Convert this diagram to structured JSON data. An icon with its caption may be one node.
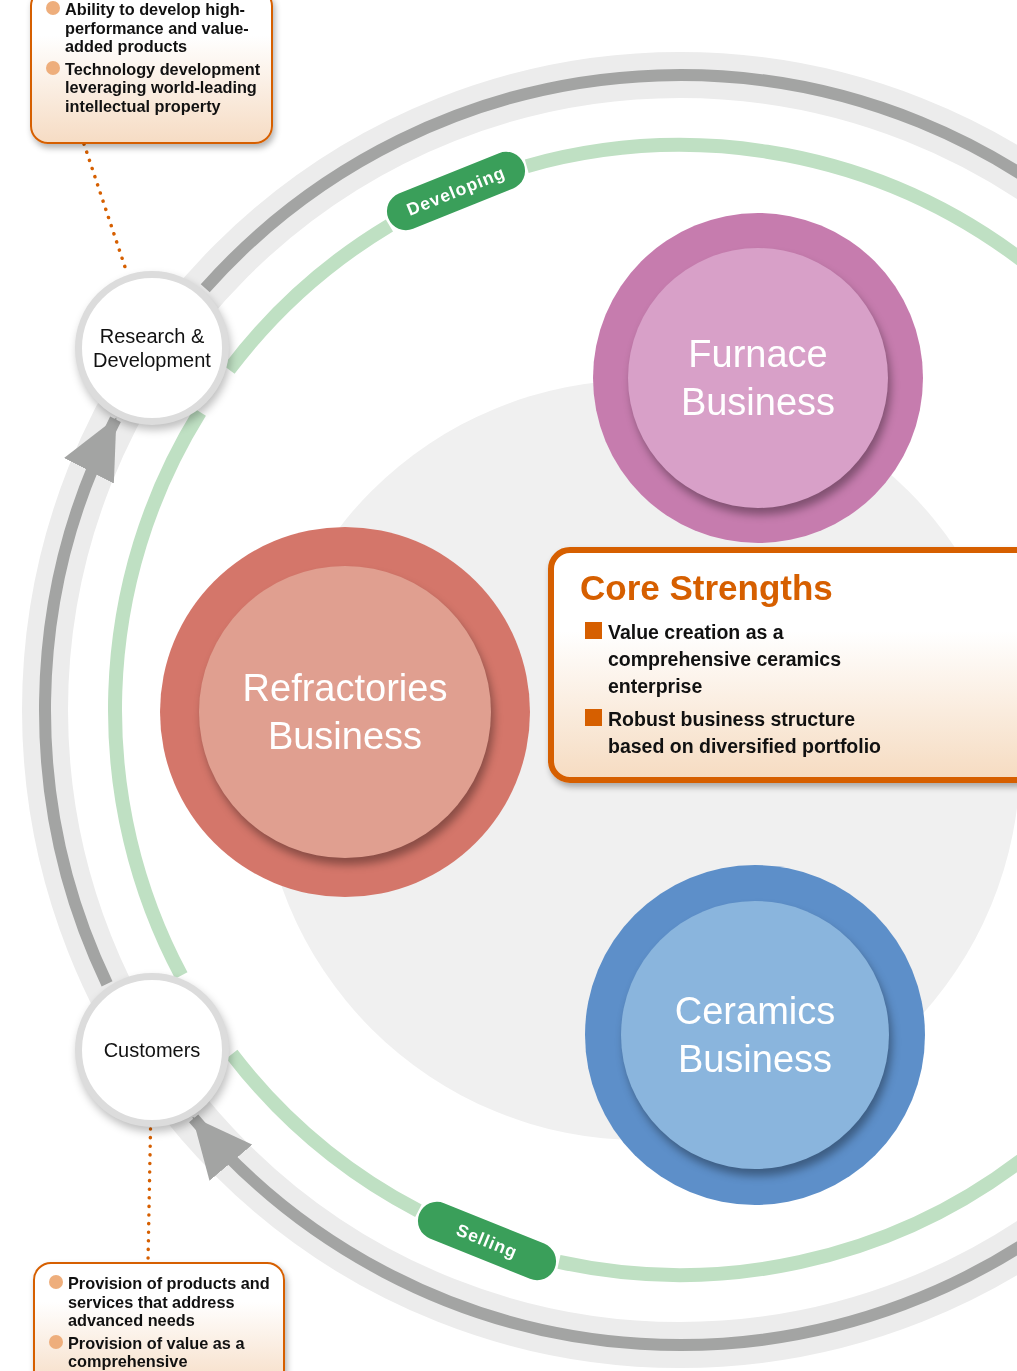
{
  "diagram": {
    "nodes": [
      {
        "text": [
          "Ability to develop high-performance and value-added products",
          "Technology development leveraging world-leading intellectual property"
        ]
      },
      {
        "text": [
          "Research & Development"
        ]
      },
      {
        "text": [
          "Customers"
        ]
      },
      {
        "text": [
          "Provision of products and services that address advanced needs",
          "Provision of value as a comprehensive"
        ]
      },
      {
        "text": [
          "Furnace Business"
        ]
      },
      {
        "text": [
          "Refractories Business"
        ]
      },
      {
        "text": [
          "Ceramics Business"
        ]
      },
      {
        "text": [
          "Core Strengths",
          "Value creation as a comprehensive ceramics enterprise",
          "Robust business structure based on diversified portfolio"
        ]
      },
      {
        "text": [
          "Developing"
        ]
      },
      {
        "text": [
          "Selling"
        ]
      }
    ],
    "edges": [
      {
        "from": 0,
        "to": 1,
        "arrow": "none",
        "style": "dashed",
        "color": "#d65f00"
      },
      {
        "from": 2,
        "to": 3,
        "arrow": "none",
        "style": "dashed",
        "color": "#d65f00"
      },
      {
        "from": 2,
        "to": 1,
        "arrow": "to",
        "color": "#a3a4a3"
      },
      {
        "from": 1,
        "to": 2,
        "arrow": "to",
        "color": "#a3a4a3"
      },
      {
        "from": 1,
        "to": 8,
        "arrow": "none",
        "color": "#bfe0c3"
      },
      {
        "from": 8,
        "to": 9,
        "arrow": "none",
        "color": "#bfe0c3"
      },
      {
        "from": 9,
        "to": 2,
        "arrow": "none",
        "color": "#bfe0c3"
      },
      {
        "from": 2,
        "to": 1,
        "arrow": "none",
        "color": "#bfe0c3"
      }
    ]
  }
}
